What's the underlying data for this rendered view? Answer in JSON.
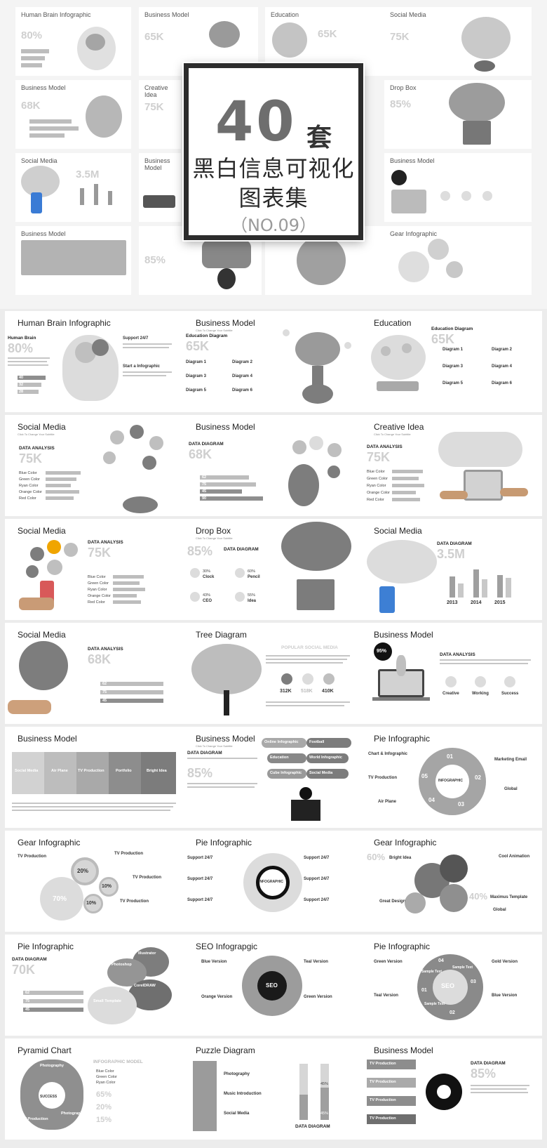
{
  "hero": {
    "count": "40",
    "unit": "套",
    "line1": "黑白信息可视化",
    "line2": "图表集",
    "line3": "（NO.09）",
    "thumbs": [
      {
        "title": "Human Brain Infographic"
      },
      {
        "title": "Business Model"
      },
      {
        "title": "Education"
      },
      {
        "title": "Social Media"
      },
      {
        "title": "Business Model"
      },
      {
        "title": "Creative Idea"
      },
      {
        "title": "Drop Box"
      },
      {
        "title": "Social Media"
      },
      {
        "title": "Business Model"
      },
      {
        "title": "Business Model"
      },
      {
        "title": "Business Model"
      },
      {
        "title": "Gear Infographic"
      }
    ],
    "mini_numbers": {
      "brain": "80%",
      "bm": "65K",
      "edu": "65K",
      "sm": "75K",
      "bm2": "68K",
      "ci": "75K",
      "db": "85%",
      "sm2": "3.5M",
      "bm4": "85%"
    }
  },
  "cards": [
    {
      "title": "Human Brain Infographic",
      "heading": "Human Brain",
      "big": "80%",
      "labels": [
        "Support 24/7",
        "Start a Infographic"
      ],
      "bars": [
        "40",
        "32",
        "28"
      ]
    },
    {
      "title": "Business Model",
      "heading": "Education Diagram",
      "big": "65K",
      "labels": [
        "Diagram 1",
        "Diagram 2",
        "Diagram 3",
        "Diagram 4",
        "Diagram 5",
        "Diagram 6"
      ]
    },
    {
      "title": "Education",
      "heading": "Education Diagram",
      "big": "65K",
      "labels": [
        "Diagram 1",
        "Diagram 2",
        "Diagram 3",
        "Diagram 4",
        "Diagram 5",
        "Diagram 6"
      ]
    },
    {
      "title": "Social Media",
      "subtitle": "Click To Change Your Subtitle",
      "heading": "DATA ANALYSIS",
      "big": "75K",
      "labels": [
        "Blue Color",
        "Green Color",
        "Ryan Color",
        "Orange Color",
        "Red Color"
      ]
    },
    {
      "title": "Business Model",
      "heading": "DATA DIAGRAM",
      "big": "68K",
      "bars": [
        "62",
        "75",
        "45",
        "90"
      ]
    },
    {
      "title": "Creative Idea",
      "subtitle": "Click To Change Your Subtitle",
      "heading": "DATA ANALYSIS",
      "big": "75K",
      "labels": [
        "Blue Color",
        "Green Color",
        "Ryan Color",
        "Orange Color",
        "Red Color"
      ]
    },
    {
      "title": "Social Media",
      "heading": "DATA ANALYSIS",
      "big": "75K",
      "labels": [
        "Blue Color",
        "Green Color",
        "Ryan Color",
        "Orange Color",
        "Red Color"
      ]
    },
    {
      "title": "Drop Box",
      "subtitle": "Click To Change Your Subtitle",
      "heading": "DATA DIAGRAM",
      "big": "85%",
      "labels": [
        "Clock",
        "Pencil",
        "CEO",
        "Idea"
      ],
      "pcts": [
        "30%",
        "60%",
        "43%",
        "55%"
      ]
    },
    {
      "title": "Social Media",
      "heading": "DATA DIAGRAM",
      "big": "3.5M",
      "years": [
        "2013",
        "2014",
        "2015"
      ]
    },
    {
      "title": "Social Media",
      "heading": "DATA ANALYSIS",
      "big": "68K",
      "bars": [
        "62",
        "75",
        "45"
      ]
    },
    {
      "title": "Tree Diagram",
      "heading": "POPULAR SOCIAL MEDIA",
      "stats": [
        "312K",
        "518K",
        "410K"
      ]
    },
    {
      "title": "Business Model",
      "heading": "DATA ANALYSIS",
      "badge": "95%",
      "labels": [
        "Creative",
        "Working",
        "Success"
      ]
    },
    {
      "title": "Business Model",
      "labels": [
        "Social Media",
        "Air Plane",
        "TV Production",
        "Portfolio",
        "Bright Idea"
      ]
    },
    {
      "title": "Business Model",
      "subtitle": "Click To Change Your Subtitle",
      "heading": "DATA DIAGRAM",
      "big": "85%",
      "labels": [
        "Online Infographic",
        "Football",
        "Education",
        "World Infographic",
        "Cube Infographic",
        "Social Media"
      ]
    },
    {
      "title": "Pie Infographic",
      "labels": [
        "Chart & Infographic",
        "TV Production",
        "Air Plane",
        "Marketing Email",
        "Global"
      ],
      "center": "INFOGRAPHIC",
      "nums": [
        "01",
        "02",
        "03",
        "04",
        "05"
      ]
    },
    {
      "title": "Gear Infographic",
      "labels": [
        "TV Production",
        "TV Production",
        "TV Production",
        "TV Production"
      ],
      "pcts": [
        "20%",
        "10%",
        "70%",
        "10%"
      ]
    },
    {
      "title": "Pie Infographic",
      "center": "INFOGRAPHIC",
      "labels": [
        "Support 24/7",
        "Support 24/7",
        "Support 24/7",
        "Support 24/7",
        "Support 24/7",
        "Support 24/7"
      ]
    },
    {
      "title": "Gear Infographic",
      "labels": [
        "Bright Idea",
        "Cool Animation",
        "Great Design",
        "Maximus Template",
        "Global"
      ],
      "pcts": [
        "60%",
        "40%"
      ]
    },
    {
      "title": "Pie Infographic",
      "heading": "DATA DIAGRAM",
      "big": "70K",
      "bars": [
        "62",
        "75",
        "45"
      ],
      "labels": [
        "Illustrator",
        "Photoshop",
        "CorelDRAW",
        "Small Template"
      ]
    },
    {
      "title": "SEO Infograpgic",
      "center": "SEO",
      "labels": [
        "Blue Version",
        "Teal Version",
        "Orange Version",
        "Green Version"
      ]
    },
    {
      "title": "Pie Infographic",
      "center": "SEO",
      "labels": [
        "Green Version",
        "Gold Version",
        "Teal Version",
        "Blue Version",
        "Sample Text",
        "Sample Text",
        "Sample Text"
      ],
      "nums": [
        "04",
        "03",
        "02",
        "01"
      ]
    },
    {
      "title": "Pyramid Chart",
      "heading": "INFOGRAPHIC MODEL",
      "center": "SUCCESS",
      "labels": [
        "Photography",
        "TV Production",
        "Photography"
      ],
      "pcts": [
        "65%",
        "20%",
        "15%"
      ],
      "legend": [
        "Blue Color",
        "Green Color",
        "Ryan Color"
      ]
    },
    {
      "title": "Puzzle Diagram",
      "heading": "DATA DIAGRAM",
      "labels": [
        "Photography",
        "Music Introduction",
        "Social Media"
      ],
      "pcts": [
        "45%",
        "45%"
      ]
    },
    {
      "title": "Business Model",
      "heading": "DATA DIAGRAM",
      "big": "85%",
      "labels": [
        "TV Production",
        "TV Production",
        "TV Production",
        "TV Production"
      ]
    }
  ],
  "footer_text": "Click To Change Your Subtitle"
}
